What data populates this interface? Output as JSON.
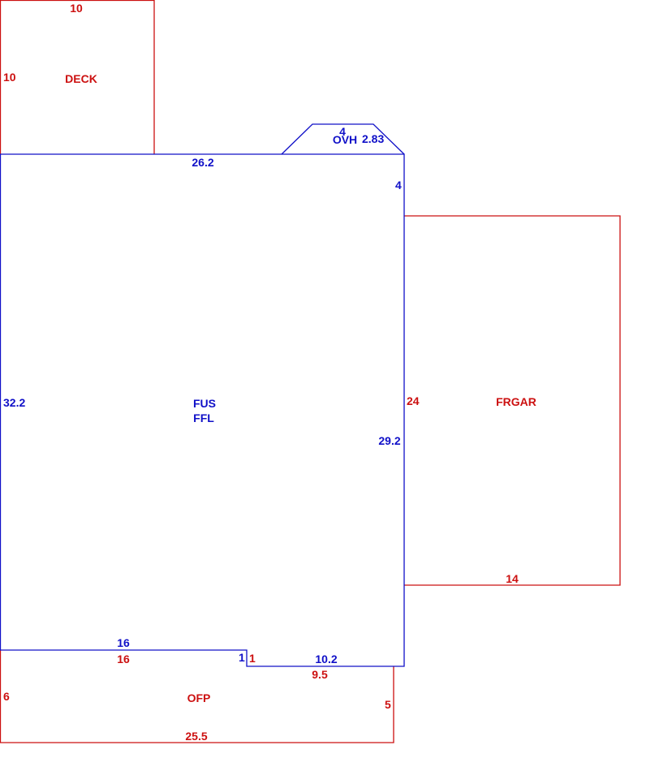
{
  "colors": {
    "main_structure": "#1010c8",
    "attached_areas": "#cc1010"
  },
  "areas": {
    "deck": {
      "name": "DECK",
      "top": "10",
      "left": "10"
    },
    "overhang": {
      "name": "OVH",
      "top": "4",
      "side": "2.83"
    },
    "main": {
      "name_1": "FUS",
      "name_2": "FFL",
      "top": "26.2",
      "right_upper": "4",
      "left": "32.2",
      "right_lower": "29.2",
      "bottom_left": "16",
      "step": "1",
      "bottom_right": "10.2"
    },
    "garage": {
      "name": "FRGAR",
      "left": "24",
      "bottom": "14"
    },
    "porch": {
      "name": "OFP",
      "top_left": "16",
      "step": "1",
      "top_right": "9.5",
      "left": "6",
      "right": "5",
      "bottom": "25.5"
    }
  }
}
